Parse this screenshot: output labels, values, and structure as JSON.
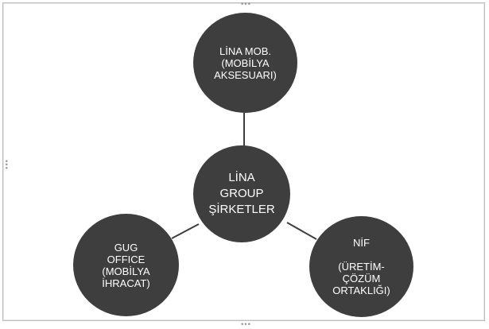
{
  "diagram": {
    "center": {
      "label": "LİNA\nGROUP\nŞİRKETLER"
    },
    "top": {
      "label": "LİNA MOB.\n(MOBİLYA\nAKSESUARI)"
    },
    "left": {
      "label": "GUG\nOFFICE\n(MOBİLYA\nİHRACAT)"
    },
    "right": {
      "label": "NİF\n\n(ÜRETİM-\nÇÖZÜM\nORTAKLIĞI)"
    }
  },
  "colors": {
    "node_fill": "#3e3e3e",
    "connector": "#3e3e3e",
    "text": "#ffffff"
  }
}
